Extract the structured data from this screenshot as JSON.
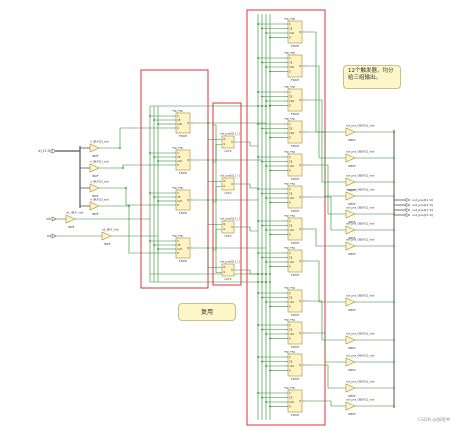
{
  "colors": {
    "wire": "#2e8b2e",
    "cell_fill": "#fff3c4",
    "cell_stroke": "#a08a3a",
    "group_box": "#e0303a",
    "label": "#333333",
    "annotation_bg": "#fdf6c8",
    "bus_wire": "#555555"
  },
  "inputs": [
    {
      "name": "d [11:0]"
    },
    {
      "name": "clk"
    },
    {
      "name": "rst"
    }
  ],
  "outputs": [
    {
      "name": "out_pos[11:0]"
    },
    {
      "name": "out_pos[11:0]"
    },
    {
      "name": "out_pos[11:0]"
    },
    {
      "name": "out_pos[11:0]"
    }
  ],
  "cells": {
    "ibuf_label": "IBUF",
    "obuf_label": "OBUF",
    "fdce_label": "FDCE",
    "lut_label": "LUT2",
    "reg_label": "reg_reg",
    "obuf_inst_label": "out_pos_OBUF[1]_inst",
    "lut_inst_label": "out_pos0[1]_i_1"
  },
  "notes": {
    "regs": "12个触发器，均分给三组输出。",
    "reuse": "复用"
  },
  "watermark": "CSDN @加班中"
}
